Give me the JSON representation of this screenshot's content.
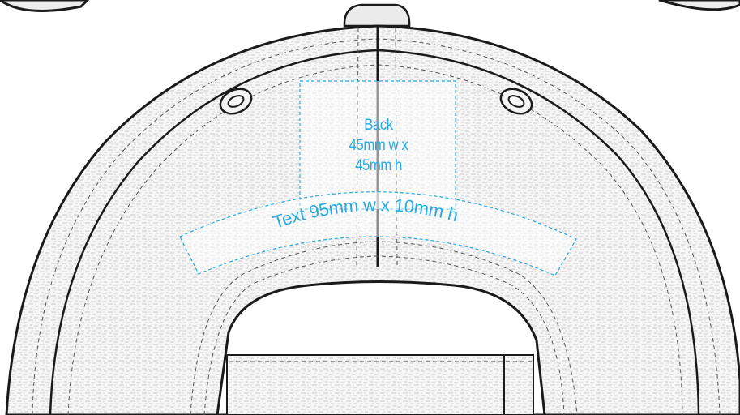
{
  "back_area": {
    "label_line1": "Back",
    "label_line2": "45mm w x",
    "label_line3": "45mm h"
  },
  "text_area": {
    "label": "Text 95mm w x 10mm h"
  },
  "colors": {
    "guide": "#27a9e1",
    "outline": "#1a1a1a",
    "fabric": "#f4f4f4",
    "texture": "#bdbdbd"
  }
}
